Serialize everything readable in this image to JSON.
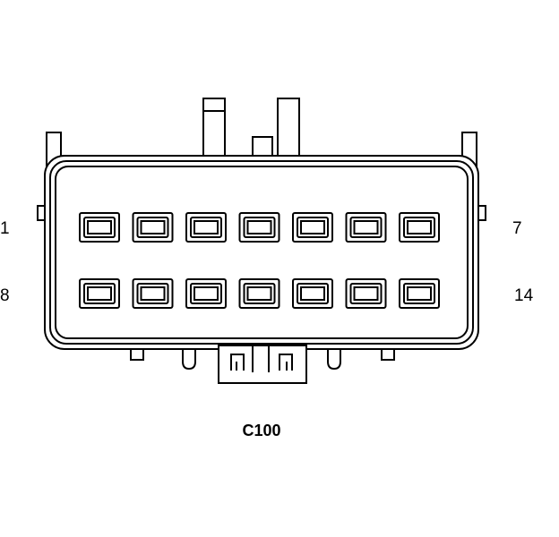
{
  "connector": {
    "name": "C100",
    "rows": [
      {
        "first_pin": "1",
        "last_pin": "7",
        "pin_count": 7
      },
      {
        "first_pin": "8",
        "last_pin": "14",
        "pin_count": 7
      }
    ]
  },
  "colors": {
    "stroke": "#000000",
    "background": "#ffffff"
  }
}
